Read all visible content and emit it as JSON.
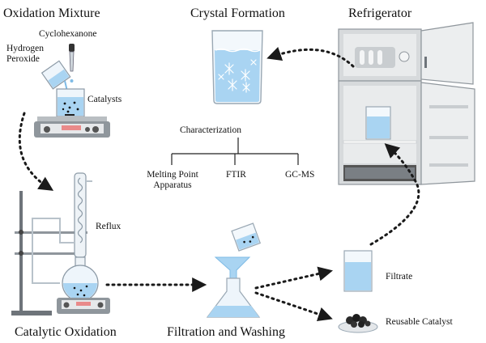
{
  "titles": {
    "oxidation_mixture": "Oxidation Mixture",
    "crystal_formation": "Crystal Formation",
    "refrigerator": "Refrigerator",
    "catalytic_oxidation": "Catalytic Oxidation",
    "filtration_washing": "Filtration and Washing"
  },
  "labels": {
    "cyclohexanone": "Cyclohexanone",
    "hydrogen": "Hydrogen",
    "peroxide": "Peroxide",
    "catalysts": "Catalysts",
    "reflux": "Reflux",
    "characterization": "Characterization",
    "mp_line1": "Melting Point",
    "mp_line2": "Apparatus",
    "ftir": "FTIR",
    "gcms": "GC-MS",
    "filtrate": "Filtrate",
    "reusable_catalyst": "Reusable Catalyst"
  },
  "colors": {
    "liquid": "#a9d4f2",
    "liquid_dark": "#7fbbe6",
    "glass": "#8c9aa6",
    "hotplate": "#8f969c",
    "hotplate_panel": "#e6e8ea",
    "fridge": "#d7dadc",
    "arrow": "#1a1a1a"
  }
}
